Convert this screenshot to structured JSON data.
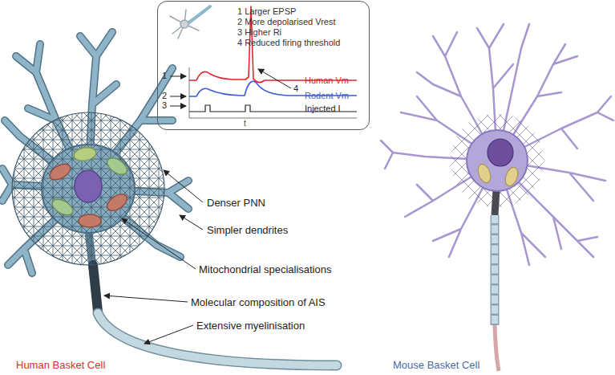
{
  "diagram": {
    "nodes": [
      {
        "text": [
          "1 Larger EPSP",
          "2 More depolarised Vrest",
          "3 Higher Ri",
          "4 Reduced firing threshold"
        ]
      }
    ],
    "labels": [
      "1",
      "2",
      "3",
      "4",
      "Human Vm",
      "Rodent Vm",
      "Injected I",
      "t",
      "Denser PNN",
      "Simpler dendrites",
      "Mitochondrial specialisations",
      "Molecular composition of AIS",
      "Extensive myelinisation",
      "Human Basket Cell",
      "Mouse Basket Cell"
    ]
  }
}
